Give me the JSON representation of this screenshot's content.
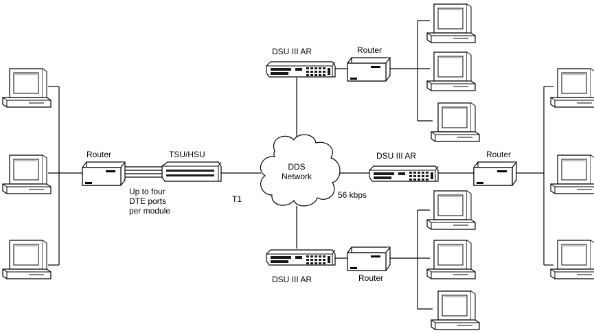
{
  "labels": {
    "router_left": "Router",
    "tsu_hsu": "TSU/HSU",
    "dte_note_1": "Up to four",
    "dte_note_2": "DTE ports",
    "dte_note_3": "per module",
    "t1": "T1",
    "cloud_1": "DDS",
    "cloud_2": "Network",
    "speed": "56 kbps",
    "dsu_top": "DSU III AR",
    "router_top": "Router",
    "dsu_right": "DSU III AR",
    "router_right": "Router",
    "dsu_bottom": "DSU III AR",
    "router_bottom": "Router"
  },
  "icons": {
    "computer": "computer-icon",
    "router": "router-icon",
    "dsu": "dsu-icon",
    "tsu": "tsu-hsu-icon",
    "cloud": "cloud-icon"
  },
  "colors": {
    "line": "#000000",
    "device_face": "#ffffff",
    "panel": "#1a1a1a"
  }
}
